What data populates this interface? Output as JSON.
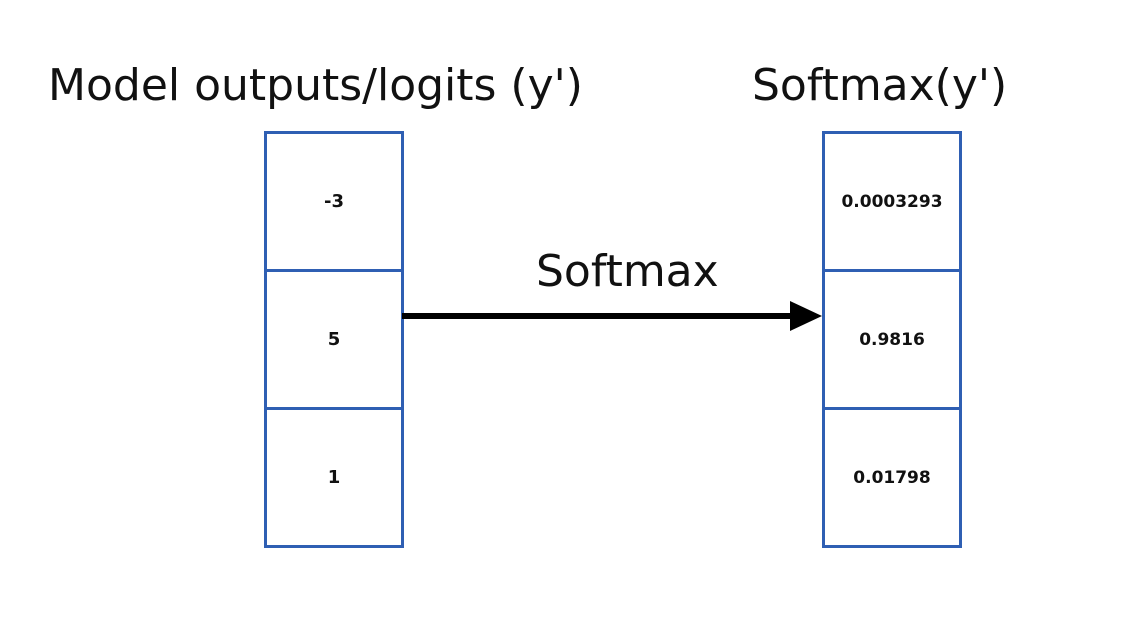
{
  "left_column": {
    "title": "Model outputs/logits (y')",
    "values": [
      "-3",
      "5",
      "1"
    ]
  },
  "right_column": {
    "title": "Softmax(y')",
    "values": [
      "0.0003293",
      "0.9816",
      "0.01798"
    ]
  },
  "arrow": {
    "label": "Softmax"
  },
  "colors": {
    "box_border": "#2f5fb3",
    "arrow": "#000000",
    "text": "#111111"
  }
}
